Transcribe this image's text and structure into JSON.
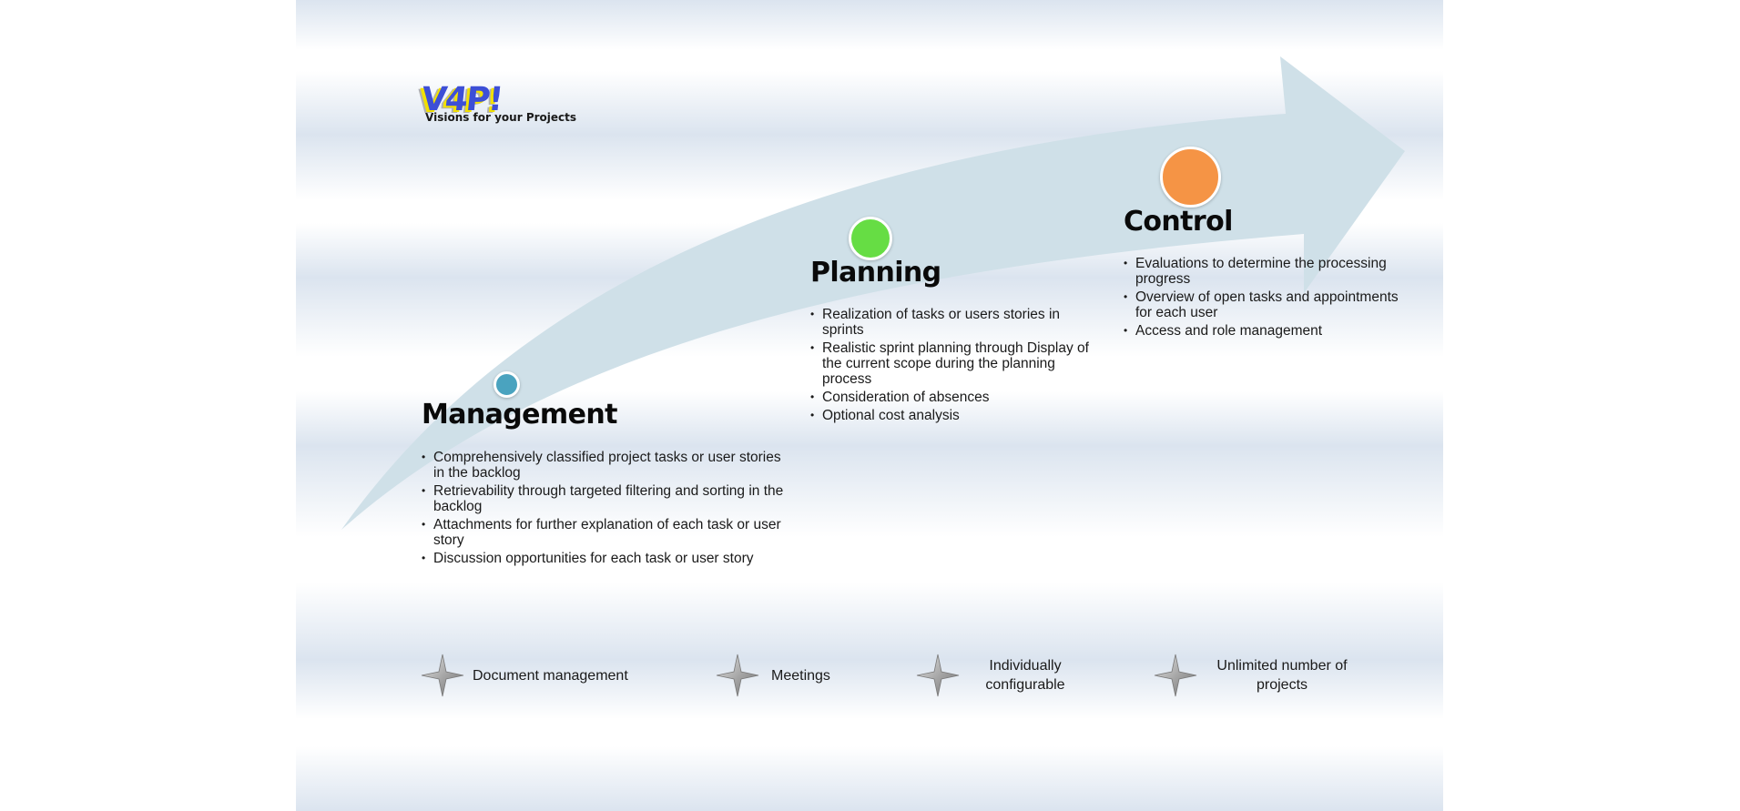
{
  "logo": {
    "text": "V4P!",
    "tagline": "Visions for your Projects"
  },
  "colors": {
    "arrow": "#cfe0e8",
    "management_dot": "#4aa3bf",
    "planning_dot": "#66dd44",
    "control_dot": "#f59445",
    "star": "#9a9a9a"
  },
  "stages": [
    {
      "title": "Management",
      "dot_color": "#4aa3bf",
      "bullets": [
        "Comprehensively classified project tasks or user stories in the backlog",
        "Retrievability through targeted filtering and sorting in the backlog",
        "Attachments for further explanation of each task or user story",
        "Discussion opportunities for each task or user story"
      ]
    },
    {
      "title": "Planning",
      "dot_color": "#66dd44",
      "bullets": [
        "Realization of tasks or users stories in sprints",
        "Realistic sprint planning through Display of the current scope during the planning process",
        "Consideration of absences",
        "Optional cost analysis"
      ]
    },
    {
      "title": "Control",
      "dot_color": "#f59445",
      "bullets": [
        "Evaluations to determine the processing progress",
        "Overview of open tasks and appointments for each user",
        "Access and role management"
      ]
    }
  ],
  "features": [
    {
      "icon": "star-icon",
      "label": "Document management"
    },
    {
      "icon": "star-icon",
      "label": "Meetings"
    },
    {
      "icon": "star-icon",
      "label": "Individually configurable"
    },
    {
      "icon": "star-icon",
      "label": "Unlimited number of projects"
    }
  ]
}
